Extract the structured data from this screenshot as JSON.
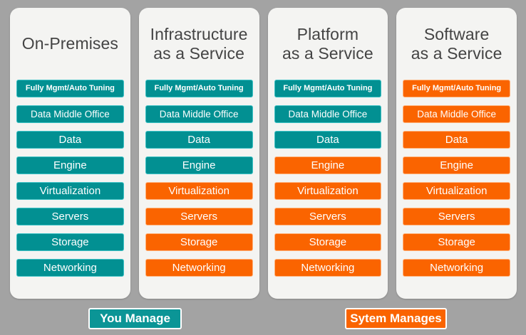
{
  "diagram": {
    "background_color": "#a3a3a3",
    "card_background": "#f4f4f2",
    "managed_by_you_color": "#029092",
    "managed_by_system_color": "#fa6400"
  },
  "columns": [
    {
      "title_line1": "On-Premises",
      "title_line2": "",
      "layers": [
        {
          "label": "Fully Mgmt/Auto Tuning",
          "owner": "you"
        },
        {
          "label": "Data Middle Office",
          "owner": "you"
        },
        {
          "label": "Data",
          "owner": "you"
        },
        {
          "label": "Engine",
          "owner": "you"
        },
        {
          "label": "Virtualization",
          "owner": "you"
        },
        {
          "label": "Servers",
          "owner": "you"
        },
        {
          "label": "Storage",
          "owner": "you"
        },
        {
          "label": "Networking",
          "owner": "you"
        }
      ]
    },
    {
      "title_line1": "Infrastructure",
      "title_line2": "as a Service",
      "layers": [
        {
          "label": "Fully Mgmt/Auto Tuning",
          "owner": "you"
        },
        {
          "label": "Data Middle Office",
          "owner": "you"
        },
        {
          "label": "Data",
          "owner": "you"
        },
        {
          "label": "Engine",
          "owner": "you"
        },
        {
          "label": "Virtualization",
          "owner": "system"
        },
        {
          "label": "Servers",
          "owner": "system"
        },
        {
          "label": "Storage",
          "owner": "system"
        },
        {
          "label": "Networking",
          "owner": "system"
        }
      ]
    },
    {
      "title_line1": "Platform",
      "title_line2": "as a Service",
      "layers": [
        {
          "label": "Fully Mgmt/Auto Tuning",
          "owner": "you"
        },
        {
          "label": "Data Middle Office",
          "owner": "you"
        },
        {
          "label": "Data",
          "owner": "you"
        },
        {
          "label": "Engine",
          "owner": "system"
        },
        {
          "label": "Virtualization",
          "owner": "system"
        },
        {
          "label": "Servers",
          "owner": "system"
        },
        {
          "label": "Storage",
          "owner": "system"
        },
        {
          "label": "Networking",
          "owner": "system"
        }
      ]
    },
    {
      "title_line1": "Software",
      "title_line2": "as a Service",
      "layers": [
        {
          "label": "Fully Mgmt/Auto Tuning",
          "owner": "system"
        },
        {
          "label": "Data Middle Office",
          "owner": "system"
        },
        {
          "label": "Data",
          "owner": "system"
        },
        {
          "label": "Engine",
          "owner": "system"
        },
        {
          "label": "Virtualization",
          "owner": "system"
        },
        {
          "label": "Servers",
          "owner": "system"
        },
        {
          "label": "Storage",
          "owner": "system"
        },
        {
          "label": "Networking",
          "owner": "system"
        }
      ]
    }
  ],
  "legend": {
    "you_manage": "You Manage",
    "system_manages": "Sytem Manages"
  }
}
